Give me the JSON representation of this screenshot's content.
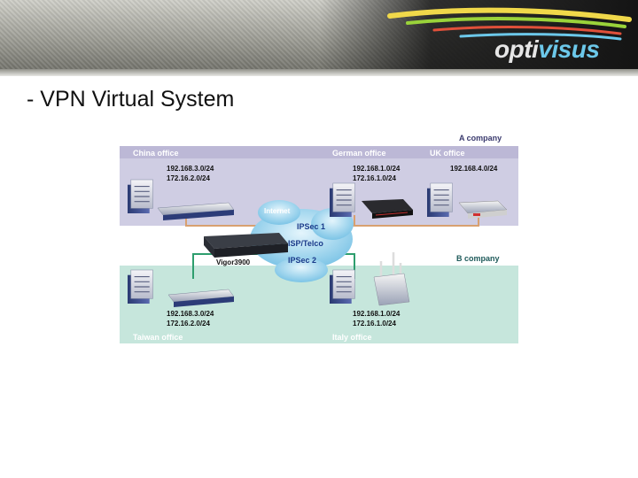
{
  "logo": {
    "part1": "opti",
    "part2": "visus"
  },
  "title": "- VPN Virtual System",
  "diagram": {
    "a_company_label": "A company",
    "b_company_label": "B company",
    "china": {
      "label": "China office",
      "ip1": "192.168.3.0/24",
      "ip2": "172.16.2.0/24"
    },
    "german": {
      "label": "German office",
      "ip1": "192.168.1.0/24",
      "ip2": "172.16.1.0/24"
    },
    "uk": {
      "label": "UK office",
      "ip1": "192.168.4.0/24"
    },
    "taiwan": {
      "label": "Taiwan office",
      "ip1": "192.168.3.0/24",
      "ip2": "172.16.2.0/24"
    },
    "italy": {
      "label": "Italy office",
      "ip1": "192.168.1.0/24",
      "ip2": "172.16.1.0/24"
    },
    "internet_label": "Internet",
    "isp_label": "ISP/Telco",
    "ipsec1_label": "IPSec 1",
    "ipsec2_label": "IPSec 2",
    "router_label": "Vigor3900",
    "colors": {
      "a_zone": "#cfcde3",
      "b_zone": "#c6e6dc",
      "tunnel_a": "#d8a070",
      "tunnel_b": "#2e9e6e",
      "cloud": "#9fd4ee"
    }
  }
}
